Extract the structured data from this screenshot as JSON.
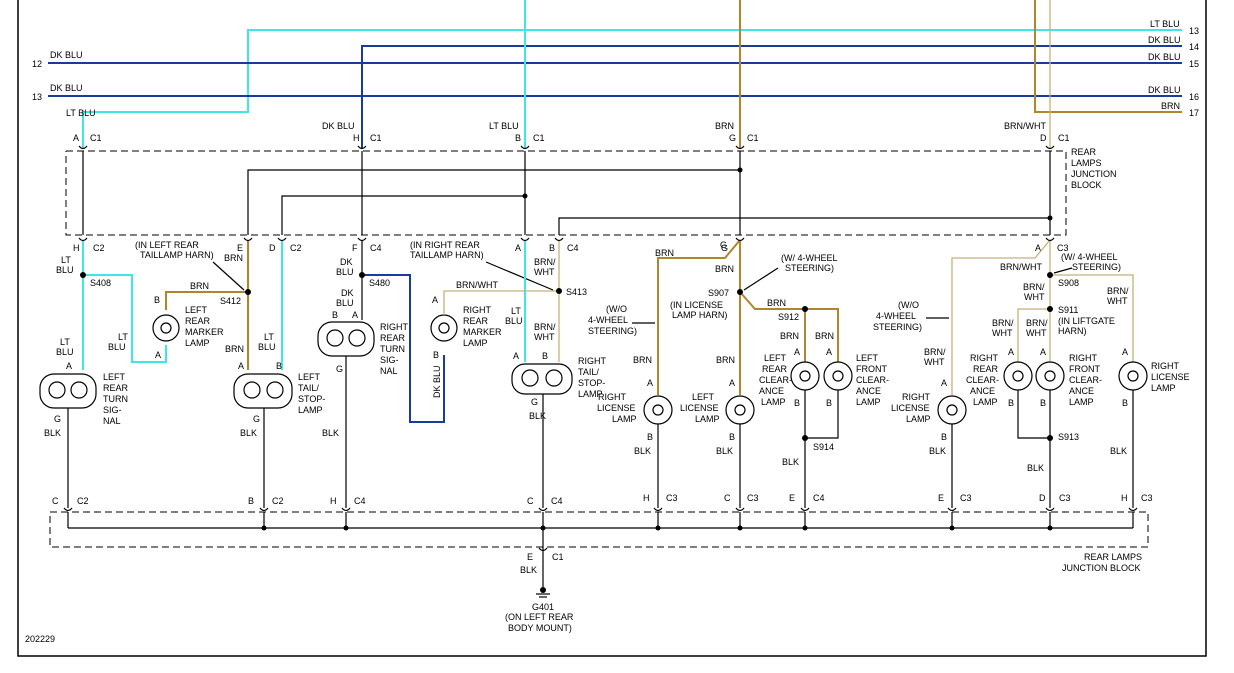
{
  "diagram_id": "202229",
  "top_wires": [
    {
      "label": "LT BLU",
      "num": "13"
    },
    {
      "label": "DK BLU",
      "num": "14"
    },
    {
      "label": "DK BLU",
      "num": "15"
    },
    {
      "label": "DK BLU",
      "num": "16"
    },
    {
      "label": "BRN",
      "num": "17"
    }
  ],
  "left_wires": [
    {
      "num": "12",
      "label": "DK BLU"
    },
    {
      "num": "13",
      "label": "DK BLU"
    }
  ],
  "top_block_label": "REAR LAMPS JUNCTION BLOCK",
  "bottom_block_label": "REAR LAMPS JUNCTION BLOCK",
  "c1_pins": [
    {
      "pin": "A",
      "conn": "C1",
      "wire": "LT BLU"
    },
    {
      "pin": "H",
      "conn": "C1",
      "wire": "DK BLU"
    },
    {
      "pin": "B",
      "conn": "C1",
      "wire": "LT BLU"
    },
    {
      "pin": "G",
      "conn": "C1",
      "wire": "BRN"
    },
    {
      "pin": "D",
      "conn": "C1",
      "wire": "BRN/WHT"
    }
  ],
  "mid_pins": [
    {
      "pin": "H",
      "conn": "C2"
    },
    {
      "pin": "E",
      "conn": ""
    },
    {
      "pin": "D",
      "conn": "C2"
    },
    {
      "pin": "F",
      "conn": "C4"
    },
    {
      "pin": "A",
      "conn": ""
    },
    {
      "pin": "B",
      "conn": "C4"
    },
    {
      "pin": "G",
      "conn": ""
    },
    {
      "pin": "A",
      "conn": "C3"
    }
  ],
  "bottom_pins": [
    {
      "pin": "C",
      "conn": "C2"
    },
    {
      "pin": "B",
      "conn": "C2"
    },
    {
      "pin": "H",
      "conn": "C4"
    },
    {
      "pin": "C",
      "conn": "C4"
    },
    {
      "pin": "H",
      "conn": "C3"
    },
    {
      "pin": "C",
      "conn": "C3"
    },
    {
      "pin": "E",
      "conn": "C4"
    },
    {
      "pin": "E",
      "conn": "C3"
    },
    {
      "pin": "D",
      "conn": "C3"
    },
    {
      "pin": "H",
      "conn": "C3"
    }
  ],
  "splices": {
    "s408": "S408",
    "s412": "S412",
    "s480": "S480",
    "s413": "S413",
    "s907": "S907",
    "s912": "S912",
    "s914": "S914",
    "s908": "S908",
    "s911": "S911",
    "s913": "S913"
  },
  "notes": {
    "left_harn": "(IN LEFT REAR TAILLAMP HARN)",
    "right_harn": "(IN RIGHT REAR TAILLAMP HARN)",
    "license_harn": "(IN LICENSE LAMP HARN)",
    "liftgate_harn": "(IN LIFTGATE HARN)",
    "w4": "(W/ 4-WHEEL STEERING)",
    "wo4": "(W/O 4-WHEEL STEERING)"
  },
  "lamps": {
    "left_rear_turn": "LEFT REAR TURN SIG- NAL",
    "left_marker": "LEFT REAR MARKER LAMP",
    "left_tail": "LEFT TAIL/ STOP- LAMP",
    "right_turn": "RIGHT REAR TURN SIG- NAL",
    "right_marker": "RIGHT REAR MARKER LAMP",
    "right_tail": "RIGHT TAIL/ STOP- LAMP",
    "right_license_1": "RIGHT LICENSE LAMP",
    "left_license": "LEFT LICENSE LAMP",
    "left_rear_clear": "LEFT REAR CLEAR- ANCE LAMP",
    "left_front_clear": "LEFT FRONT CLEAR- ANCE LAMP",
    "right_license_2": "RIGHT LICENSE LAMP",
    "right_rear_clear": "RIGHT REAR CLEAR- ANCE LAMP",
    "right_front_clear": "RIGHT FRONT CLEAR- ANCE LAMP",
    "right_license_3": "RIGHT LICENSE LAMP"
  },
  "wire_labels": {
    "lt_blu": "LT BLU",
    "dk_blu": "DK BLU",
    "brn": "BRN",
    "brn_wht": "BRN/WHT",
    "blk": "BLK",
    "dk_blu_vert": "DK BLU"
  },
  "ground": {
    "pin": "E",
    "conn": "C1",
    "wire": "BLK",
    "id": "G401",
    "loc": "(ON LEFT REAR BODY MOUNT)"
  }
}
